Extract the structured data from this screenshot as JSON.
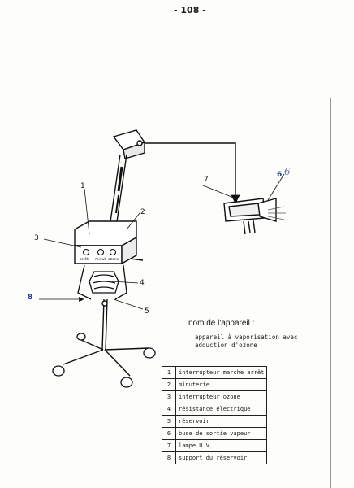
{
  "page_number": "- 108 -",
  "callouts": {
    "c1": "1",
    "c2": "2",
    "c3": "3",
    "c4": "4",
    "c5": "5",
    "c6": "6",
    "c7": "7",
    "c8": "8"
  },
  "handwritten_mark": "6",
  "panel_labels": {
    "arret": "arrêt",
    "minuterie": "minut",
    "ozone": "ozone"
  },
  "device": {
    "caption": "nom de l'appareil :",
    "name": "appareil à vaporisation avec adduction d'ozone"
  },
  "legend": [
    {
      "num": "1",
      "label": "interrupteur marche arrêt"
    },
    {
      "num": "2",
      "label": "minuterie"
    },
    {
      "num": "3",
      "label": "interrupteur ozone"
    },
    {
      "num": "4",
      "label": "résistance électrique"
    },
    {
      "num": "5",
      "label": "réservoir"
    },
    {
      "num": "6",
      "label": "buse de sortie vapeur"
    },
    {
      "num": "7",
      "label": "lampe U.V"
    },
    {
      "num": "8",
      "label": "support du réservoir"
    }
  ],
  "colors": {
    "ink": "#1a1a1a",
    "blue_ink": "#2b3f9a",
    "pencil": "#6a76b8"
  }
}
